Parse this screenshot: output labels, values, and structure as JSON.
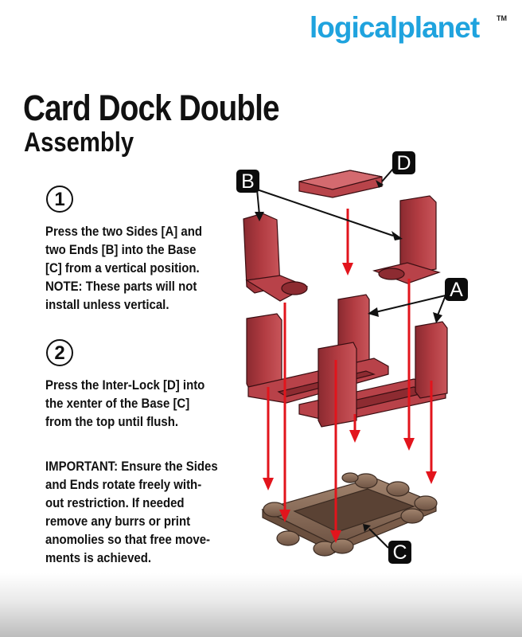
{
  "brand": {
    "name": "logicalplanet",
    "trademark": "TM"
  },
  "header": {
    "title": "Card Dock Double",
    "subtitle": "Assembly"
  },
  "steps": [
    {
      "number": "1",
      "lines": [
        "Press the two Sides [A] and",
        "two Ends [B] into the Base",
        "[C] from a vertical position.",
        "NOTE: These parts will not",
        "install unless vertical."
      ]
    },
    {
      "number": "2",
      "lines": [
        "Press the Inter-Lock [D] into",
        "the xenter of the Base [C]",
        "from the top until flush."
      ]
    }
  ],
  "important": {
    "lines": [
      "IMPORTANT: Ensure the Sides",
      "and Ends rotate freely with-",
      "out restriction.  If needed",
      "remove any burrs or print",
      "anomolies so that free move-",
      "ments is achieved."
    ]
  },
  "callouts": {
    "a": "A",
    "b": "B",
    "c": "C",
    "d": "D"
  },
  "colors": {
    "part_red": "#a9363c",
    "part_dark": "#6e1c22",
    "base_brown": "#8a6c58",
    "arrow_red": "#e2141c",
    "brand_blue": "#1fa3de"
  }
}
